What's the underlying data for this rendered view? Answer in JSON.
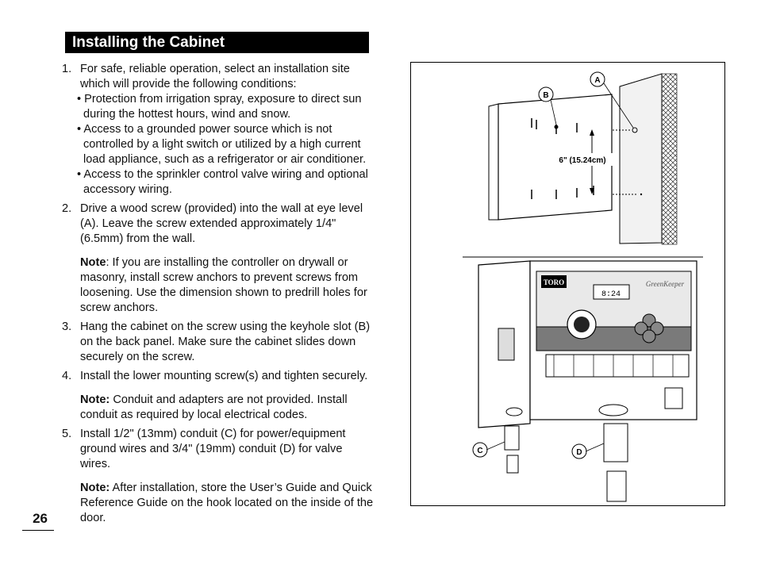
{
  "section_title": "Installing the Cabinet",
  "page_number": "26",
  "steps": [
    {
      "num": "1.",
      "text": "For safe, reliable operation, select an installation site which will provide the following conditions:",
      "bullets": [
        "• Protection from irrigation spray, exposure to direct sun during the hottest hours, wind and snow.",
        "• Access to a grounded power source which is not controlled by a light switch or utilized by a high current load appliance, such as a refrigerator or air conditioner.",
        "• Access to the sprinkler control valve wiring and optional accessory wiring."
      ]
    },
    {
      "num": "2.",
      "text": "Drive a wood screw (provided) into the wall at eye level (A). Leave the screw extended approximately 1/4\" (6.5mm) from the wall.",
      "note_label": "Note",
      "note_text": ": If you are installing the controller on drywall or masonry, install screw anchors to prevent screws from loosening. Use the dimension shown to predrill holes for screw anchors."
    },
    {
      "num": "3.",
      "text": "Hang the cabinet on the screw using the keyhole slot (B) on the back panel. Make sure the cabinet slides down securely on the screw."
    },
    {
      "num": "4.",
      "text": "Install the lower mounting screw(s) and tighten securely.",
      "note_label": "Note:",
      "note_text": " Conduit and adapters are not provided. Install conduit as required by local electrical codes."
    },
    {
      "num": "5.",
      "text": "Install 1/2\" (13mm) conduit (C) for power/equipment ground wires and 3/4\" (19mm) conduit (D) for valve wires.",
      "note_label": "Note:",
      "note_text": " After installation, store the User’s Guide and Quick Reference Guide on the hook located on the inside of the door."
    }
  ],
  "figure": {
    "callout_a": "A",
    "callout_b": "B",
    "callout_c": "C",
    "callout_d": "D",
    "dimension": "6\" (15.24cm)",
    "brand": "TORO",
    "model_script": "GreenKeeper",
    "display_readout": "8:24"
  }
}
